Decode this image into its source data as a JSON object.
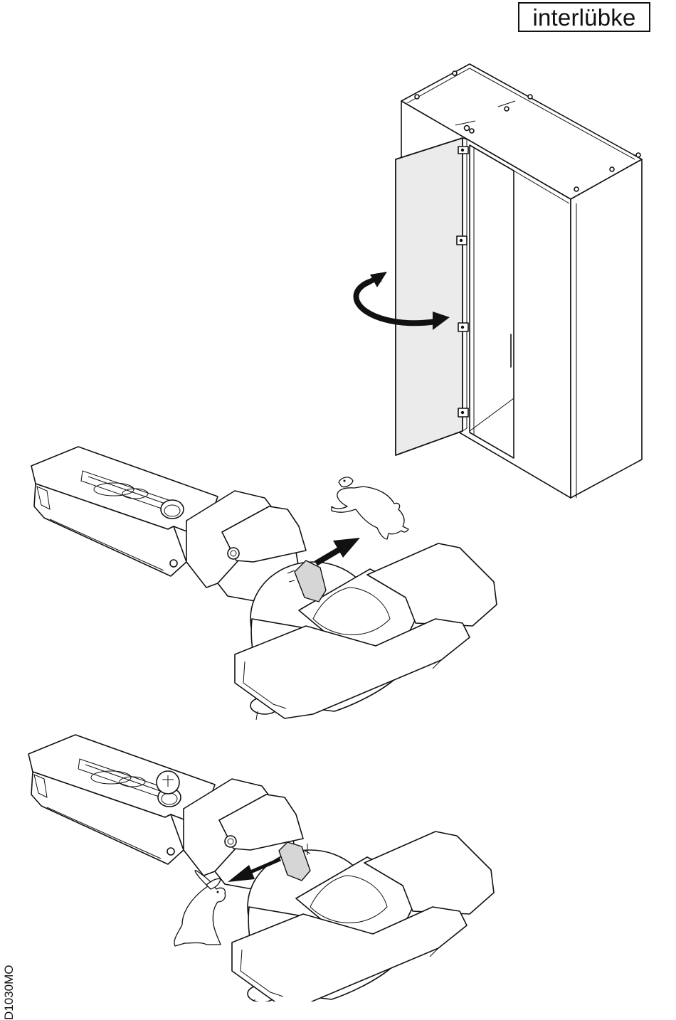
{
  "header": {
    "brand_logo": "interlübke"
  },
  "footer": {
    "document_code": "D1030MO"
  },
  "illustrations": {
    "wardrobe": "wardrobe-open-door",
    "rotation_arrow": "rotation-arrow-icon",
    "hinge_slow": "hinge-damper-slow",
    "hinge_fast": "hinge-damper-fast",
    "slow_symbol": "turtle-icon",
    "fast_symbol": "rabbit-icon"
  },
  "colors": {
    "line": "#111111",
    "door_fill": "#ebebeb",
    "damper_slider": "#d6d6d6",
    "background": "#ffffff"
  }
}
